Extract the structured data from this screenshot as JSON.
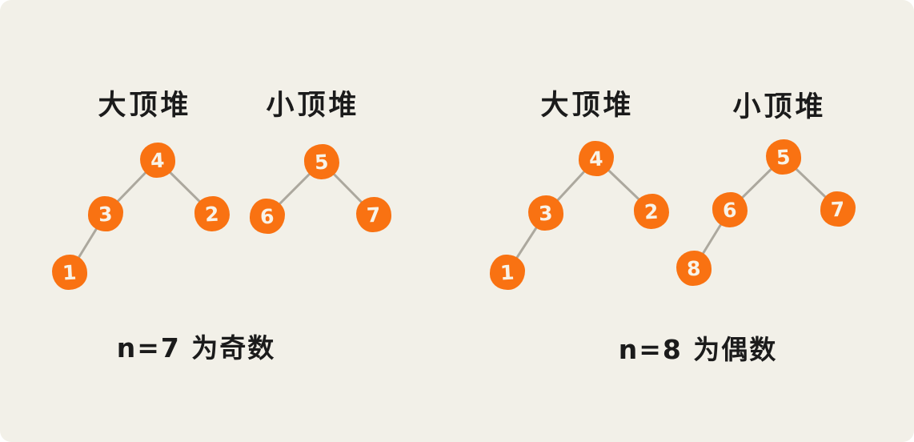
{
  "colors": {
    "background": "#F2F0E8",
    "node_fill": "#F97212",
    "node_text": "#F8F3E8",
    "edge": "#ACA89E",
    "ink": "#1B1B1B"
  },
  "figures": [
    {
      "id": "n7",
      "caption": "n=7 为奇数",
      "heaps": [
        {
          "type": "max-heap",
          "label": "大顶堆",
          "nodes": [
            "4",
            "3",
            "2",
            "1"
          ],
          "edges": [
            [
              "4",
              "3"
            ],
            [
              "4",
              "2"
            ],
            [
              "3",
              "1"
            ]
          ]
        },
        {
          "type": "min-heap",
          "label": "小顶堆",
          "nodes": [
            "5",
            "6",
            "7"
          ],
          "edges": [
            [
              "5",
              "6"
            ],
            [
              "5",
              "7"
            ]
          ]
        }
      ]
    },
    {
      "id": "n8",
      "caption": "n=8 为偶数",
      "heaps": [
        {
          "type": "max-heap",
          "label": "大顶堆",
          "nodes": [
            "4",
            "3",
            "2",
            "1"
          ],
          "edges": [
            [
              "4",
              "3"
            ],
            [
              "4",
              "2"
            ],
            [
              "3",
              "1"
            ]
          ]
        },
        {
          "type": "min-heap",
          "label": "小顶堆",
          "nodes": [
            "5",
            "6",
            "7",
            "8"
          ],
          "edges": [
            [
              "5",
              "6"
            ],
            [
              "5",
              "7"
            ],
            [
              "6",
              "8"
            ]
          ]
        }
      ]
    }
  ]
}
